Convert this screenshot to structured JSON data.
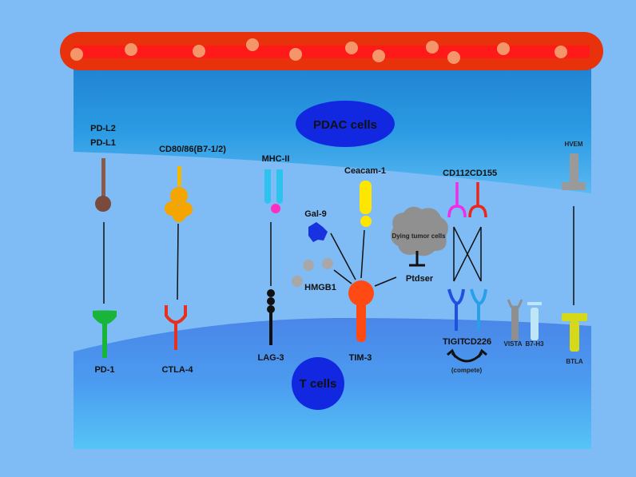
{
  "cells": {
    "tumor": "PDAC  cells",
    "tcell": "T cells"
  },
  "ligands": {
    "pdl2": "PD-L2",
    "pdl1": "PD-L1",
    "cd80": "CD80/86(B7-1/2)",
    "mhc2": "MHC-II",
    "ceacam": "Ceacam-1",
    "gal9": "Gal-9",
    "hmgb1": "HMGB1",
    "ptdser": "Ptdser",
    "dying": "Dying tumor cells",
    "cd112": "CD112",
    "cd155": "CD155",
    "hvem": "HVEM"
  },
  "receptors": {
    "pd1": "PD-1",
    "ctla4": "CTLA-4",
    "lag3": "LAG-3",
    "tim3": "TIM-3",
    "tigit": "TIGIT",
    "cd226": "CD226",
    "compete": "(compete)",
    "vista": "VISTA",
    "b7h3": "B7-H3",
    "btla": "BTLA"
  },
  "colors": {
    "background": "#7fbcf5",
    "vessel": "#e8320c",
    "vessel_lumen": "#ff1a1a",
    "rbc": "#f4956a",
    "tumor_layer": "#2f9be0",
    "tcell_layer": "#4a8fea",
    "nucleus": "#1228e0"
  }
}
